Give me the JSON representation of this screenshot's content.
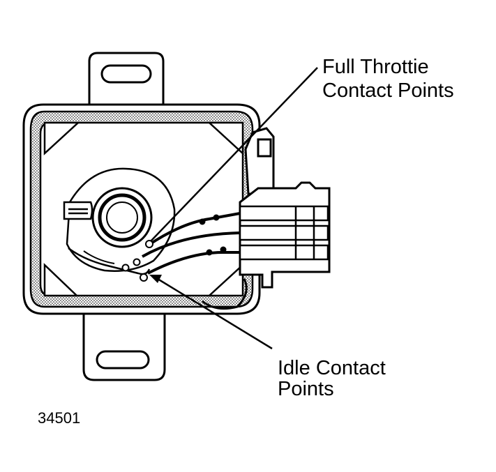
{
  "labels": {
    "full_throttle": {
      "line1": "Full Throttie",
      "line2": "Contact Points"
    },
    "idle": {
      "line1": "Idle Contact",
      "line2": "Points"
    }
  },
  "figure_number": "34501"
}
